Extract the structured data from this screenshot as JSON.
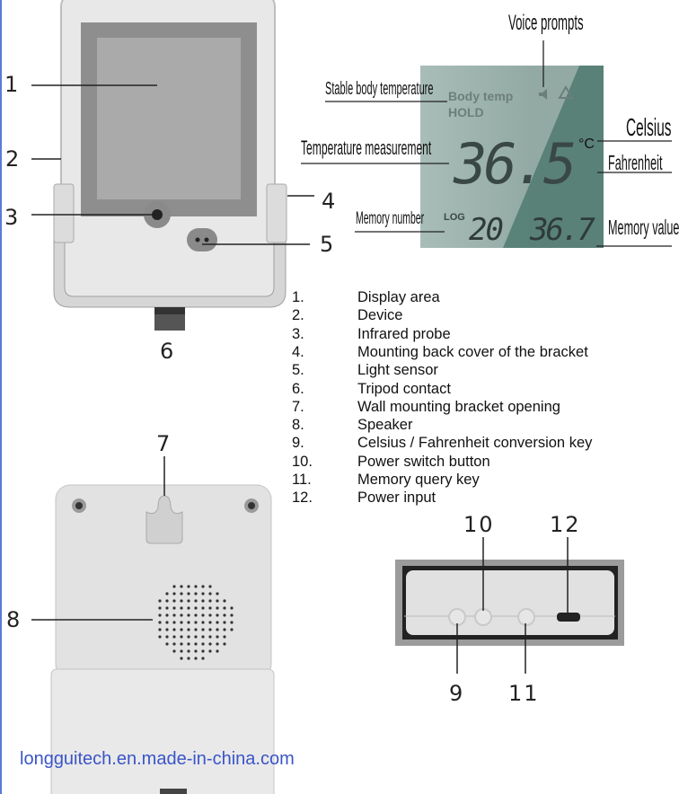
{
  "callouts_front": {
    "n1": "1",
    "n2": "2",
    "n3": "3",
    "n4": "4",
    "n5": "5",
    "n6": "6"
  },
  "callouts_back": {
    "n7": "7",
    "n8": "8"
  },
  "callouts_bottom": {
    "n9": "9",
    "n10": "10",
    "n11": "11",
    "n12": "12"
  },
  "lcd_labels": {
    "voice": "Voice prompts",
    "stable": "Stable body temperature",
    "measure": "Temperature measurement",
    "memnum": "Memory number",
    "celsius": "Celsius",
    "fahrenheit": "Fahrenheit",
    "memval": "Memory value"
  },
  "lcd": {
    "body_temp": "Body temp",
    "hold": "HOLD",
    "reading": "36.5",
    "unit": "°C",
    "log": "LOG",
    "log_number": "20",
    "log_value": "36.7",
    "icons": [
      "speaker-icon",
      "warning-triangle-icon"
    ]
  },
  "legend": [
    {
      "n": "1.",
      "t": "Display area"
    },
    {
      "n": "2.",
      "t": "Device"
    },
    {
      "n": "3.",
      "t": "Infrared probe"
    },
    {
      "n": "4.",
      "t": "Mounting back cover of the bracket"
    },
    {
      "n": "5.",
      "t": "Light sensor"
    },
    {
      "n": "6.",
      "t": "Tripod contact"
    },
    {
      "n": "7.",
      "t": "Wall mounting bracket opening"
    },
    {
      "n": "8.",
      "t": "Speaker"
    },
    {
      "n": "9.",
      "t": "Celsius / Fahrenheit conversion key"
    },
    {
      "n": "10.",
      "t": "Power switch button"
    },
    {
      "n": "11.",
      "t": "Memory query key"
    },
    {
      "n": "12.",
      "t": "Power input"
    }
  ],
  "watermark": "longguitech.en.made-in-china.com",
  "colors": {
    "lcd_light": "#a9bdb8",
    "lcd_dark": "#4f7a71",
    "watermark": "#3a55c8"
  }
}
